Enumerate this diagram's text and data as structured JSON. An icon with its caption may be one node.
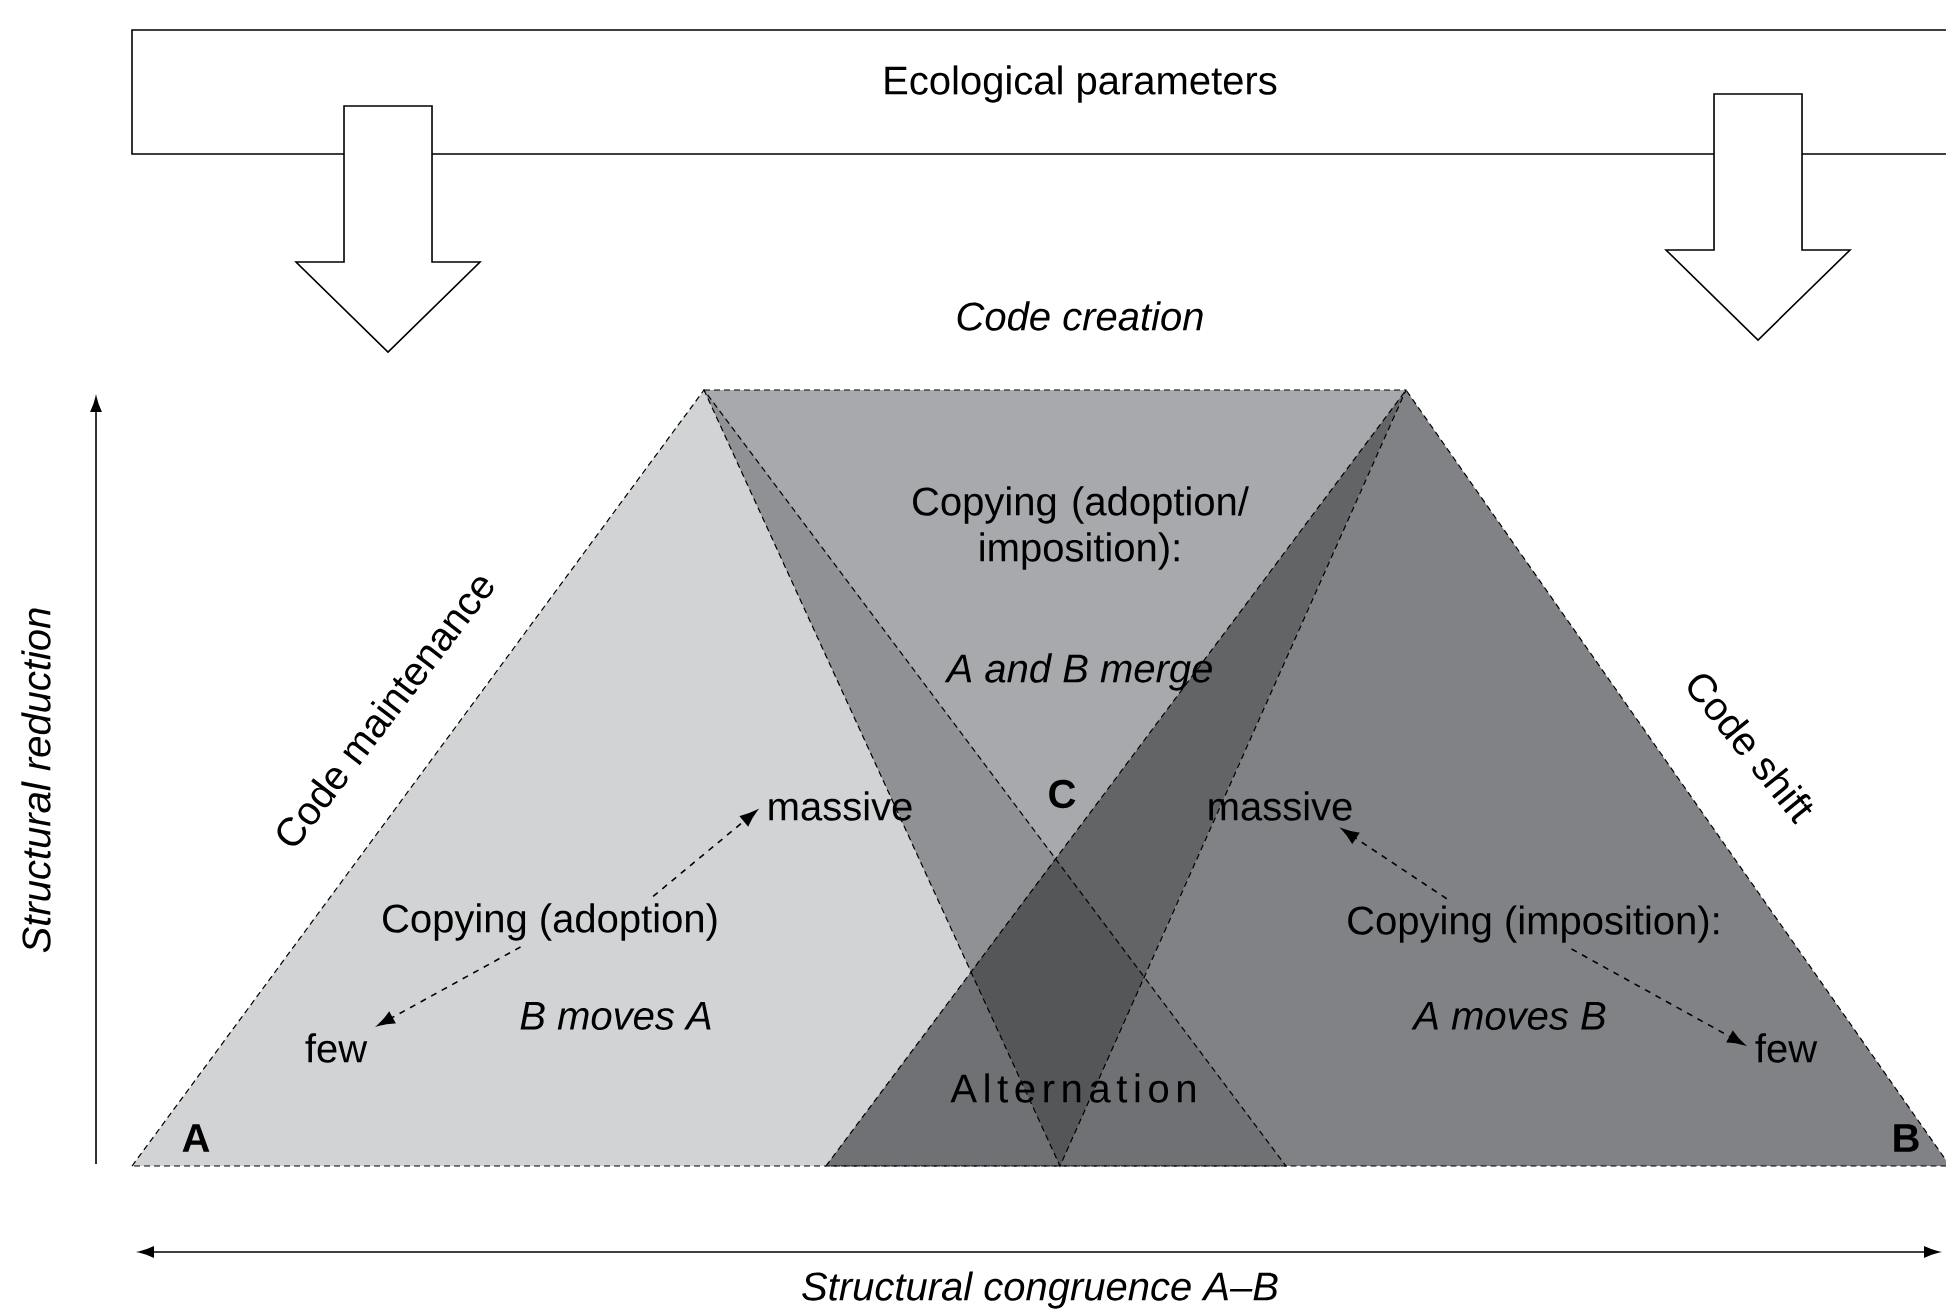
{
  "diagram": {
    "nodes": [
      {
        "text": [
          "Ecological parameters"
        ]
      },
      {
        "text": [
          "Copying (adoption)"
        ]
      },
      {
        "text": [
          "massive"
        ]
      },
      {
        "text": [
          "few"
        ]
      },
      {
        "text": [
          "Copying (imposition):"
        ]
      },
      {
        "text": [
          "massive"
        ]
      },
      {
        "text": [
          "few"
        ]
      }
    ],
    "edges": [
      {
        "from": 0,
        "to": null,
        "arrow": "to"
      },
      {
        "from": 0,
        "to": null,
        "arrow": "to"
      },
      {
        "from": 1,
        "to": 2,
        "arrow": "to",
        "style": "dashed"
      },
      {
        "from": 1,
        "to": 3,
        "arrow": "to",
        "style": "dashed"
      },
      {
        "from": 4,
        "to": 5,
        "arrow": "to",
        "style": "dashed"
      },
      {
        "from": 4,
        "to": 6,
        "arrow": "to",
        "style": "dashed"
      }
    ],
    "labels": [
      "Code creation",
      "Code maintenance",
      "Code shift",
      "Copying (adoption/ imposition):",
      "A and B merge",
      "C",
      "B moves A",
      "A moves B",
      "Alternation",
      "A",
      "B",
      "Structural reduction",
      "Structural congruence A–B"
    ]
  }
}
